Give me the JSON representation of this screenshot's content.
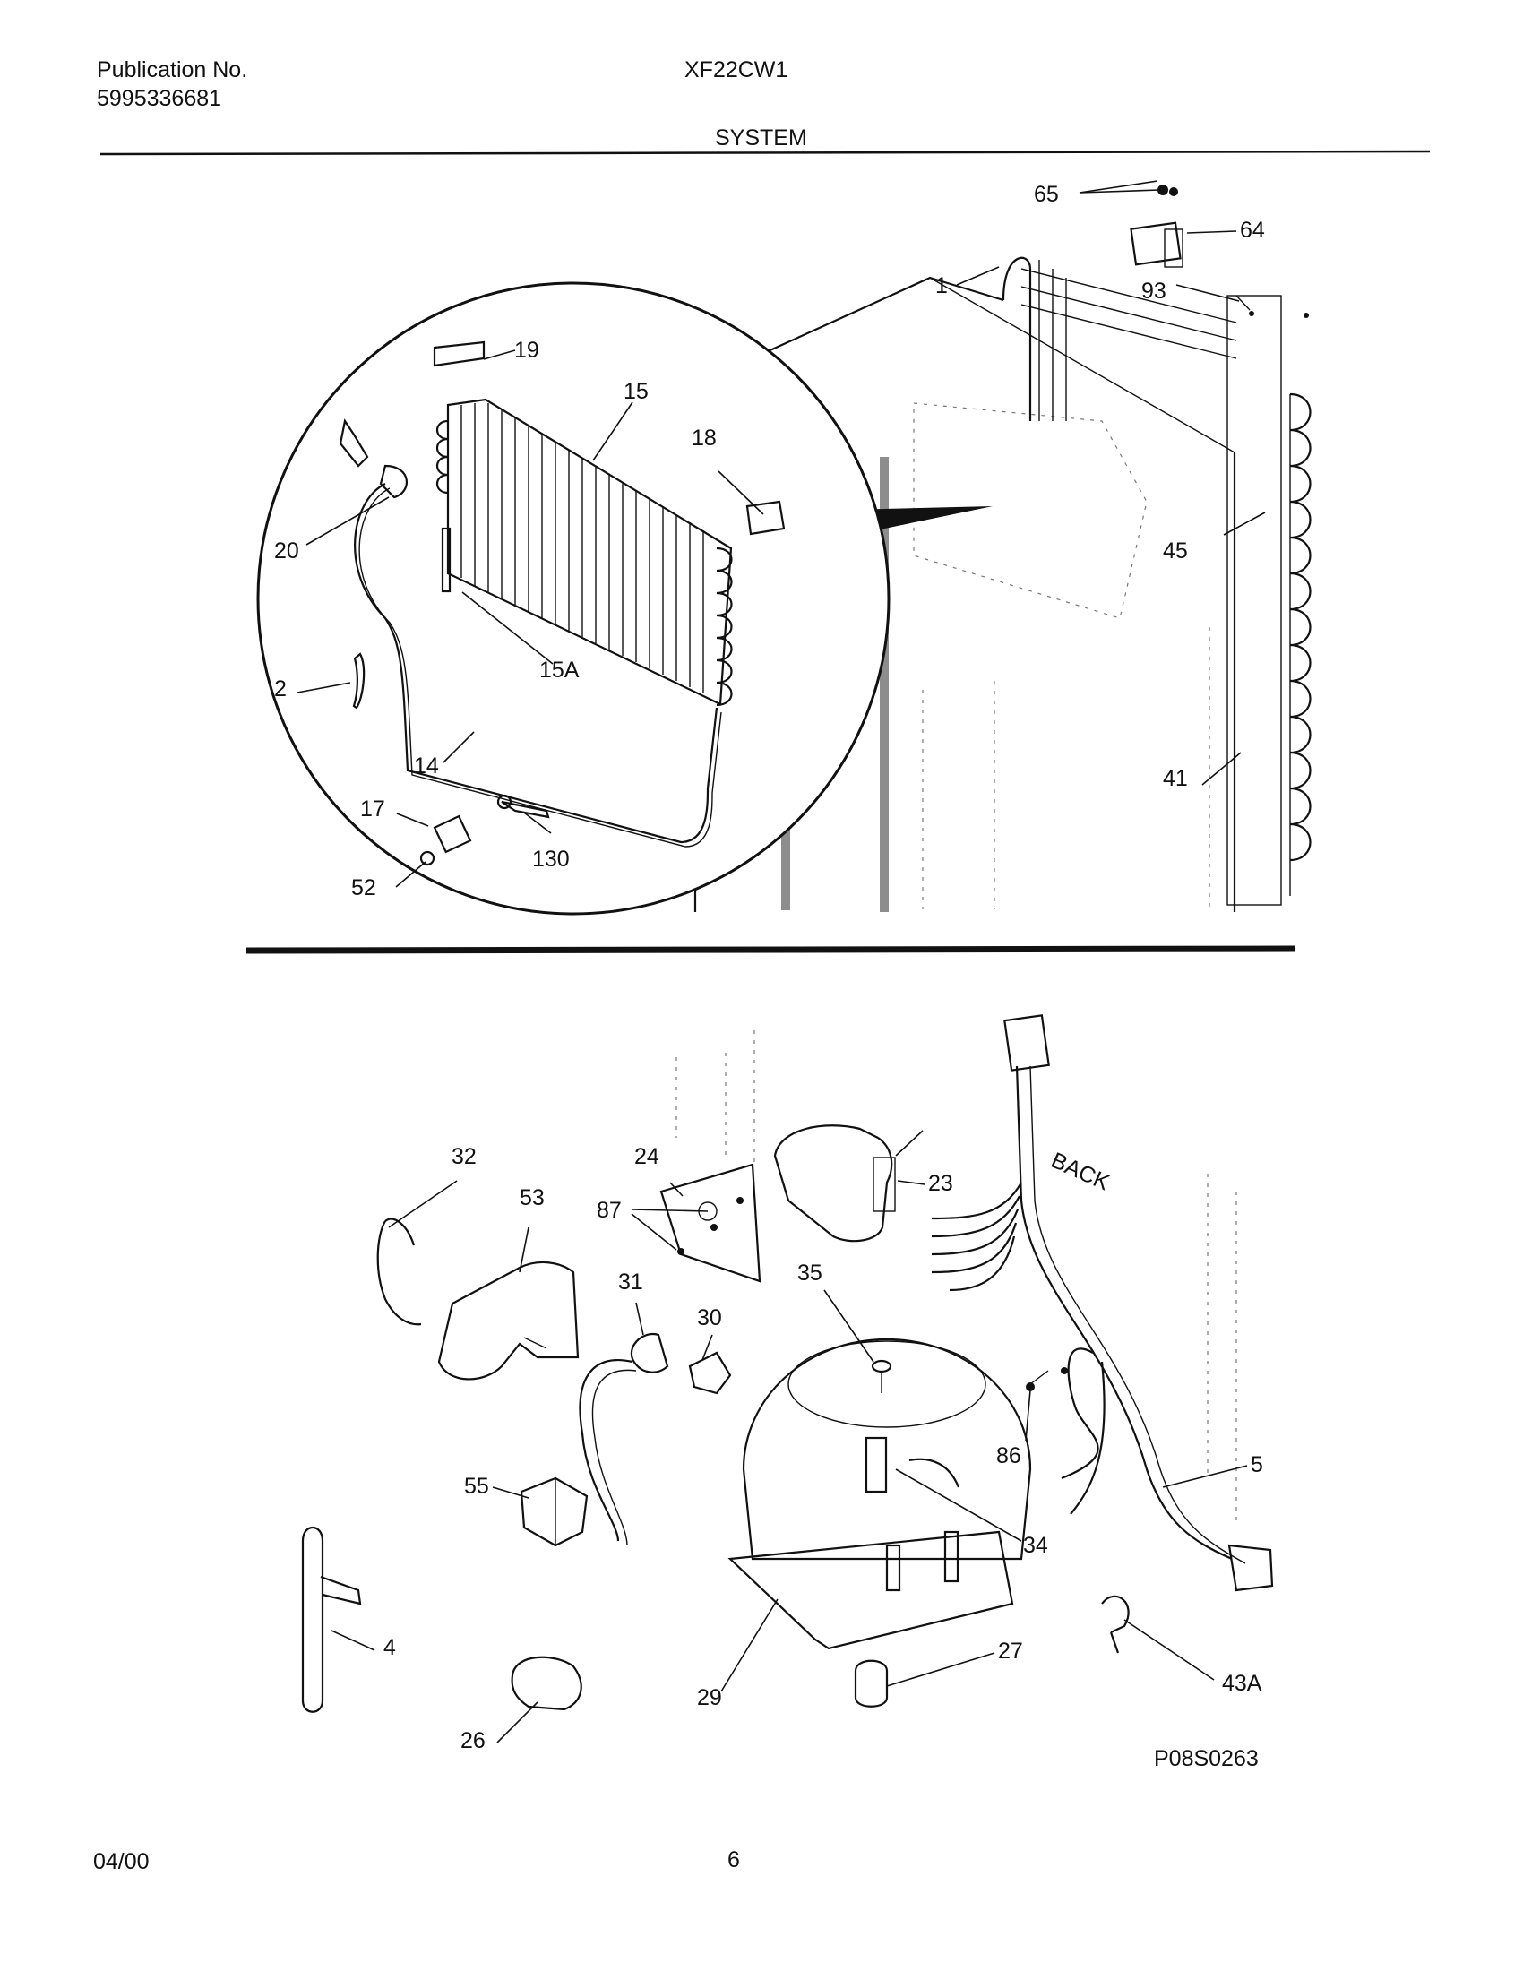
{
  "header": {
    "publication_label": "Publication No.",
    "publication_number": "5995336681",
    "model": "XF22CW1",
    "section": "SYSTEM"
  },
  "top_view": {
    "callouts": [
      "65",
      "64",
      "93",
      "1",
      "19",
      "15",
      "18",
      "20",
      "45",
      "15A",
      "2",
      "14",
      "41",
      "17",
      "130",
      "52"
    ]
  },
  "bottom_view": {
    "side_label": "BACK",
    "callouts": [
      "32",
      "24",
      "23",
      "53",
      "87",
      "31",
      "35",
      "30",
      "86",
      "5",
      "55",
      "34",
      "4",
      "27",
      "43A",
      "29",
      "26"
    ],
    "diagram_code": "P08S0263"
  },
  "footer": {
    "date": "04/00",
    "page": "6"
  }
}
